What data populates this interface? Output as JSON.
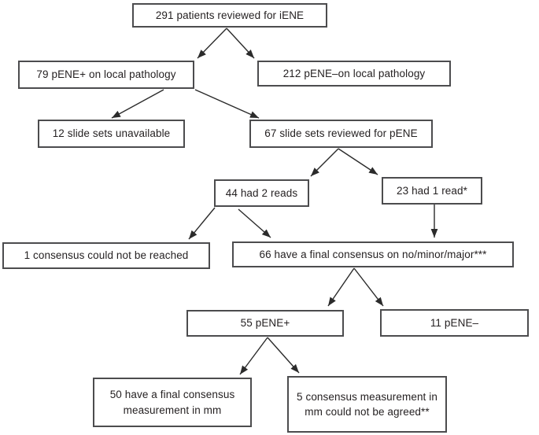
{
  "figure": {
    "type": "flowchart",
    "title": "Patient review flow for iENE / pENE",
    "nodes": {
      "n291": {
        "label": "291 patients reviewed for iENE"
      },
      "n79": {
        "label": "79 pENE+ on local pathology"
      },
      "n212": {
        "label": "212 pENE–on local pathology"
      },
      "n12": {
        "label": "12 slide sets unavailable"
      },
      "n67": {
        "label": "67 slide sets reviewed for pENE"
      },
      "n44": {
        "label": "44 had 2 reads"
      },
      "n23": {
        "label": "23 had 1 read*"
      },
      "n1": {
        "label": "1 consensus could not be reached"
      },
      "n66": {
        "label": "66 have a final consensus on no/minor/major***"
      },
      "n55": {
        "label": "55 pENE+"
      },
      "n11": {
        "label": "11 pENE–"
      },
      "n50": {
        "label": "50 have a final consensus measurement in mm"
      },
      "n5": {
        "label": "5 consensus measurement in mm could not be agreed**"
      }
    },
    "edges": [
      {
        "from": "n291",
        "to": "n79"
      },
      {
        "from": "n291",
        "to": "n212"
      },
      {
        "from": "n79",
        "to": "n12"
      },
      {
        "from": "n79",
        "to": "n67"
      },
      {
        "from": "n67",
        "to": "n44"
      },
      {
        "from": "n67",
        "to": "n23"
      },
      {
        "from": "n44",
        "to": "n1"
      },
      {
        "from": "n44",
        "to": "n66"
      },
      {
        "from": "n23",
        "to": "n66"
      },
      {
        "from": "n66",
        "to": "n55"
      },
      {
        "from": "n66",
        "to": "n11"
      },
      {
        "from": "n55",
        "to": "n50"
      },
      {
        "from": "n55",
        "to": "n5"
      }
    ],
    "colors": {
      "box_border": "#4c4c4e",
      "box_fill": "#ffffff",
      "arrow": "#2b2b2b",
      "text": "#231f20",
      "background": "#ffffff"
    }
  }
}
